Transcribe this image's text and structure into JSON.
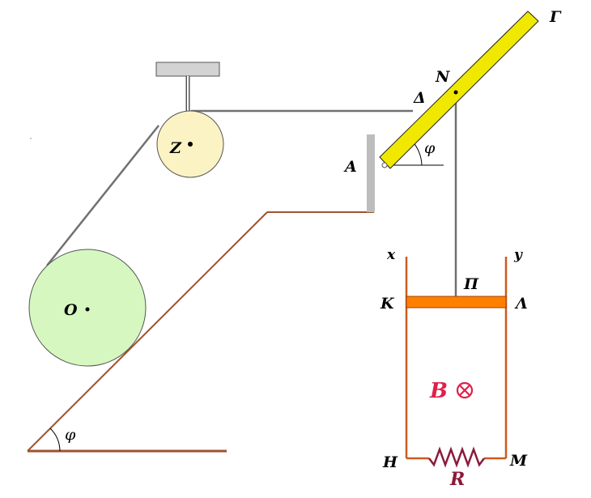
{
  "labels": {
    "gamma": "Γ",
    "N": "N",
    "delta": "Δ",
    "Z": "Z",
    "A": "A",
    "phi_top": "φ",
    "x": "x",
    "y": "y",
    "pi": "Π",
    "K": "K",
    "lambda": "Λ",
    "O": "O",
    "B": "B",
    "H": "H",
    "M": "M",
    "R": "R",
    "phi_bottom": "φ"
  },
  "colors": {
    "incline": "#a0522d",
    "rod": "#f0e800",
    "rod_outline": "#222222",
    "small_pulley": "#fbf3c4",
    "large_cylinder": "#d6f7c0",
    "rails": "#cc5a1e",
    "bar_KL": "#ff7f00",
    "resistor": "#8b1a3a",
    "support": "#bdbdbd",
    "string": "#707070",
    "field_symbol": "#e0204a"
  },
  "icons": {
    "field_direction": "into-page-icon"
  }
}
